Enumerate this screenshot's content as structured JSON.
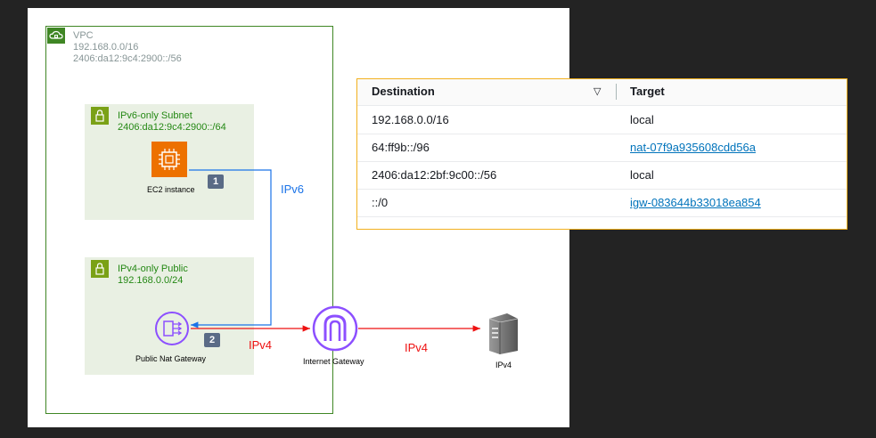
{
  "vpc": {
    "label": "VPC",
    "cidr_v4": "192.168.0.0/16",
    "cidr_v6": "2406:da12:9c4:2900::/56"
  },
  "subnet_ipv6": {
    "title": "IPv6-only Subnet",
    "cidr": "2406:da12:9c4:2900::/64"
  },
  "subnet_ipv4": {
    "title": "IPv4-only Public",
    "cidr": "192.168.0.0/24"
  },
  "nodes": {
    "ec2": "EC2 instance",
    "nat": "Public Nat Gateway",
    "igw": "Internet Gateway",
    "server": "IPv4"
  },
  "badges": {
    "one": "1",
    "two": "2"
  },
  "flows": {
    "ipv6": "IPv6",
    "ipv4_a": "IPv4",
    "ipv4_b": "IPv4"
  },
  "route_table": {
    "headers": {
      "destination": "Destination",
      "target": "Target"
    },
    "rows": [
      {
        "destination": "192.168.0.0/16",
        "target": "local"
      },
      {
        "destination": "64:ff9b::/96",
        "target": "nat-07f9a935608cdd56a"
      },
      {
        "destination": "2406:da12:2bf:9c00::/56",
        "target": "local"
      },
      {
        "destination": "::/0",
        "target": "igw-083644b33018ea854"
      }
    ]
  },
  "colors": {
    "ipv6_line": "#1a73e8",
    "ipv4_line": "#ee1111",
    "highlight": "#e0201f"
  }
}
